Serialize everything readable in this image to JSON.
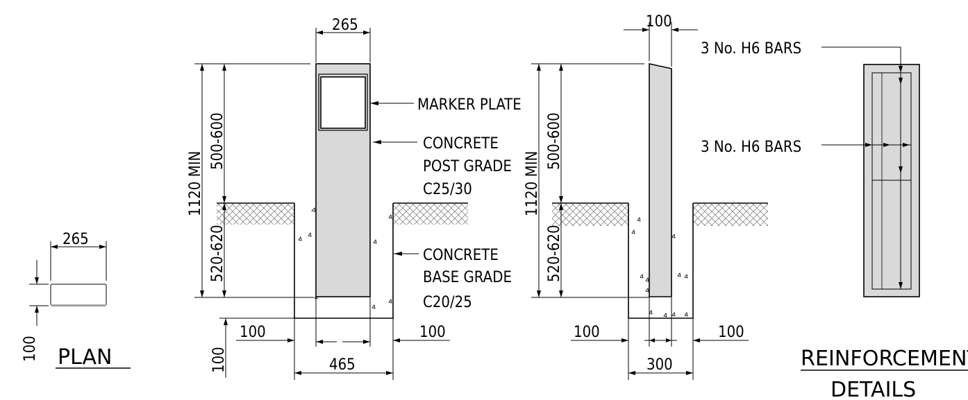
{
  "plan": {
    "title": "PLAN",
    "width_label": "265",
    "thickness_label": "100"
  },
  "front_elevation": {
    "top_width_label": "265",
    "overall_height_label": "1120 MIN",
    "upper_label": "500-600",
    "lower_label": "520-620",
    "left_offset_label": "100",
    "right_offset_label": "100",
    "base_depth_label": "100",
    "base_width_label": "465",
    "callout_marker": "MARKER PLATE",
    "callout_post": [
      "CONCRETE",
      "POST GRADE",
      "C25/30"
    ],
    "callout_base": [
      "CONCRETE",
      "BASE GRADE",
      "C20/25"
    ]
  },
  "side_elevation": {
    "top_width_label": "100",
    "overall_height_label": "1120 MIN",
    "upper_label": "500-600",
    "lower_label": "520-620",
    "left_offset_label": "100",
    "right_offset_label": "100",
    "base_width_label": "300"
  },
  "reinforcement": {
    "title_line1": "REINFORCEMENT",
    "title_line2": "DETAILS",
    "bar_label_top": "3 No. H6 BARS",
    "bar_label_mid": "3 No. H6 BARS"
  }
}
